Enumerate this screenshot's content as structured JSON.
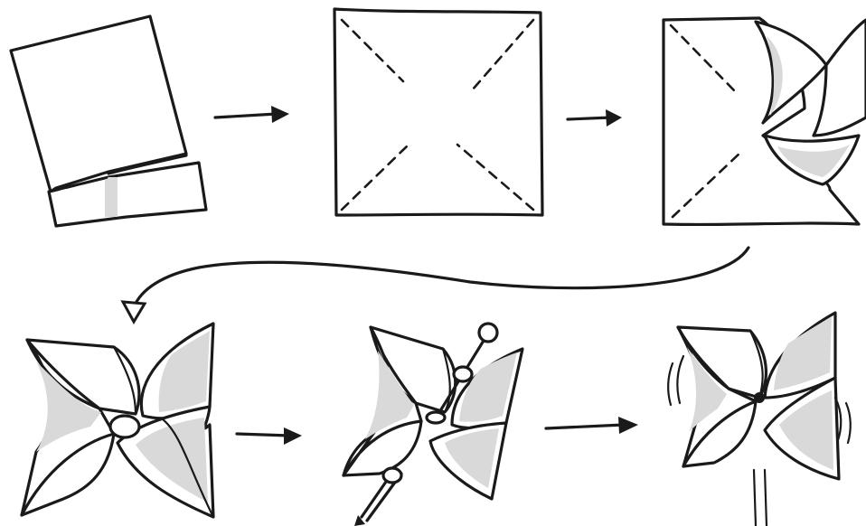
{
  "steps": [
    {
      "id": 1,
      "label": ""
    },
    {
      "id": 2,
      "label": ""
    },
    {
      "id": 3,
      "label": ""
    },
    {
      "id": 4,
      "label": ""
    },
    {
      "id": 5,
      "label": ""
    },
    {
      "id": 6,
      "label": ""
    }
  ],
  "colors": {
    "line": "#1a1a1a",
    "paper": "#ffffff",
    "shade": "#d9d9d9"
  },
  "icons": [
    "arrow-right-icon",
    "curved-arrow-icon",
    "pin-icon",
    "stick-icon"
  ]
}
